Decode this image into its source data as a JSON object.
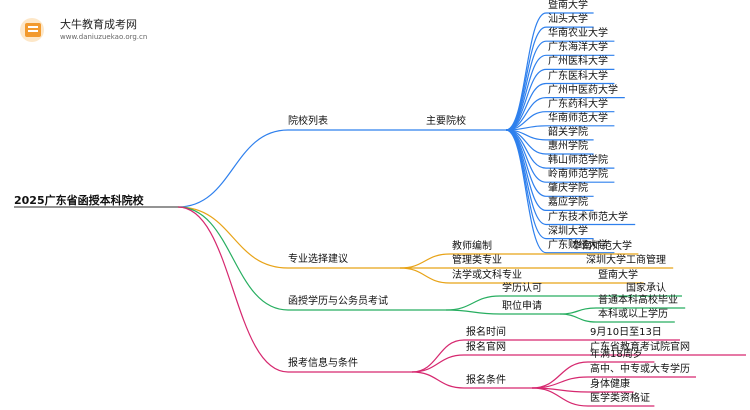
{
  "header": {
    "brand": "大牛教育成考网",
    "url": "www.daniuzuekao.org.cn"
  },
  "root": "2025广东省函授本科院校",
  "branches": {
    "schools": {
      "label": "院校列表",
      "sub": "主要院校",
      "color": "#2f80ed",
      "items": [
        "暨南大学",
        "汕头大学",
        "华南农业大学",
        "广东海洋大学",
        "广州医科大学",
        "广东医科大学",
        "广州中医药大学",
        "广东药科大学",
        "华南师范大学",
        "韶关学院",
        "惠州学院",
        "韩山师范学院",
        "岭南师范学院",
        "肇庆学院",
        "嘉应学院",
        "广东技术师范大学",
        "深圳大学",
        "广东财经大学"
      ]
    },
    "majors": {
      "label": "专业选择建议",
      "color": "#e8a317",
      "rows": [
        {
          "k": "教师编制",
          "v": "华南师范大学"
        },
        {
          "k": "管理类专业",
          "v": "深圳大学工商管理"
        },
        {
          "k": "法学或文科专业",
          "v": "暨南大学"
        }
      ]
    },
    "exam": {
      "label": "函授学历与公务员考试",
      "color": "#27ae60",
      "rows": [
        {
          "k": "学历认可",
          "v": "国家承认"
        },
        {
          "k": "职位申请",
          "subs": [
            "普通本科高校毕业",
            "本科或以上学历"
          ]
        }
      ]
    },
    "info": {
      "label": "报考信息与条件",
      "color": "#d6286f",
      "rows": [
        {
          "k": "报名时间",
          "v": "9月10日至13日"
        },
        {
          "k": "报名官网",
          "v": "广东省教育考试院官网"
        },
        {
          "k": "报名条件",
          "subs": [
            "年满18周岁",
            "高中、中专或大专学历",
            "身体健康",
            "医学类资格证"
          ]
        }
      ]
    }
  }
}
